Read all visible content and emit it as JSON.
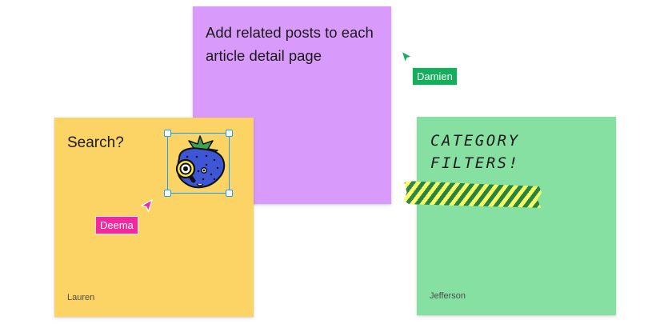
{
  "notes": {
    "purple": {
      "text": "Add related posts to each article detail page",
      "color": "#d99bfb"
    },
    "yellow": {
      "text": "Search?",
      "author": "Lauren",
      "color": "#fcd465"
    },
    "green": {
      "text": "Category\nFilters!",
      "author": "Jefferson",
      "color": "#86e0a2"
    }
  },
  "cursors": [
    {
      "name": "Damien",
      "color": "#14ae5c"
    },
    {
      "name": "Deema",
      "color": "#f2289e"
    }
  ],
  "selection": {
    "sticker_icon": "strawberry-with-magnifier-icon",
    "accent": "#18a0fb"
  }
}
